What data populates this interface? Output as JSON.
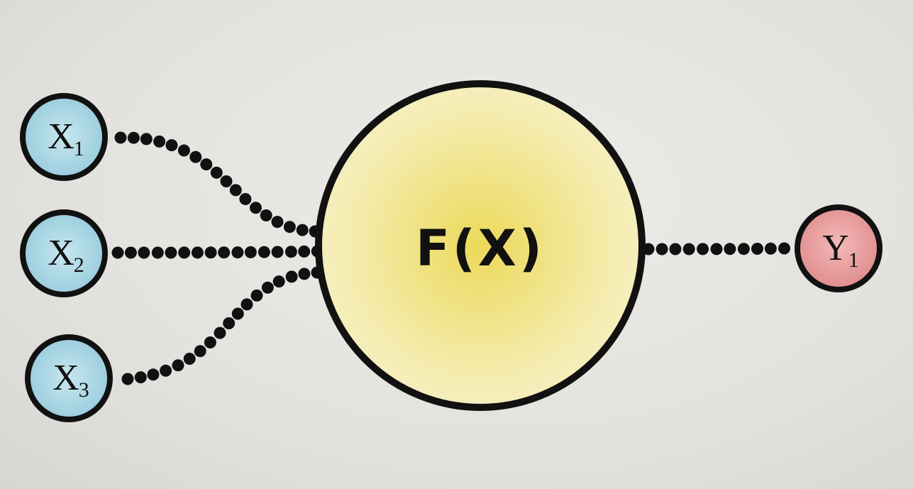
{
  "diagram": {
    "inputs": [
      {
        "letter": "X",
        "subscript": "1"
      },
      {
        "letter": "X",
        "subscript": "2"
      },
      {
        "letter": "X",
        "subscript": "3"
      }
    ],
    "function_label": "F(X)",
    "output": {
      "letter": "Y",
      "subscript": "1"
    }
  },
  "colors": {
    "background": "#e6e4e0",
    "input_fill": "#a9d6e4",
    "function_fill": "#f2e48c",
    "output_fill": "#e89a9a",
    "stroke": "#111111",
    "dots": "#111111"
  }
}
